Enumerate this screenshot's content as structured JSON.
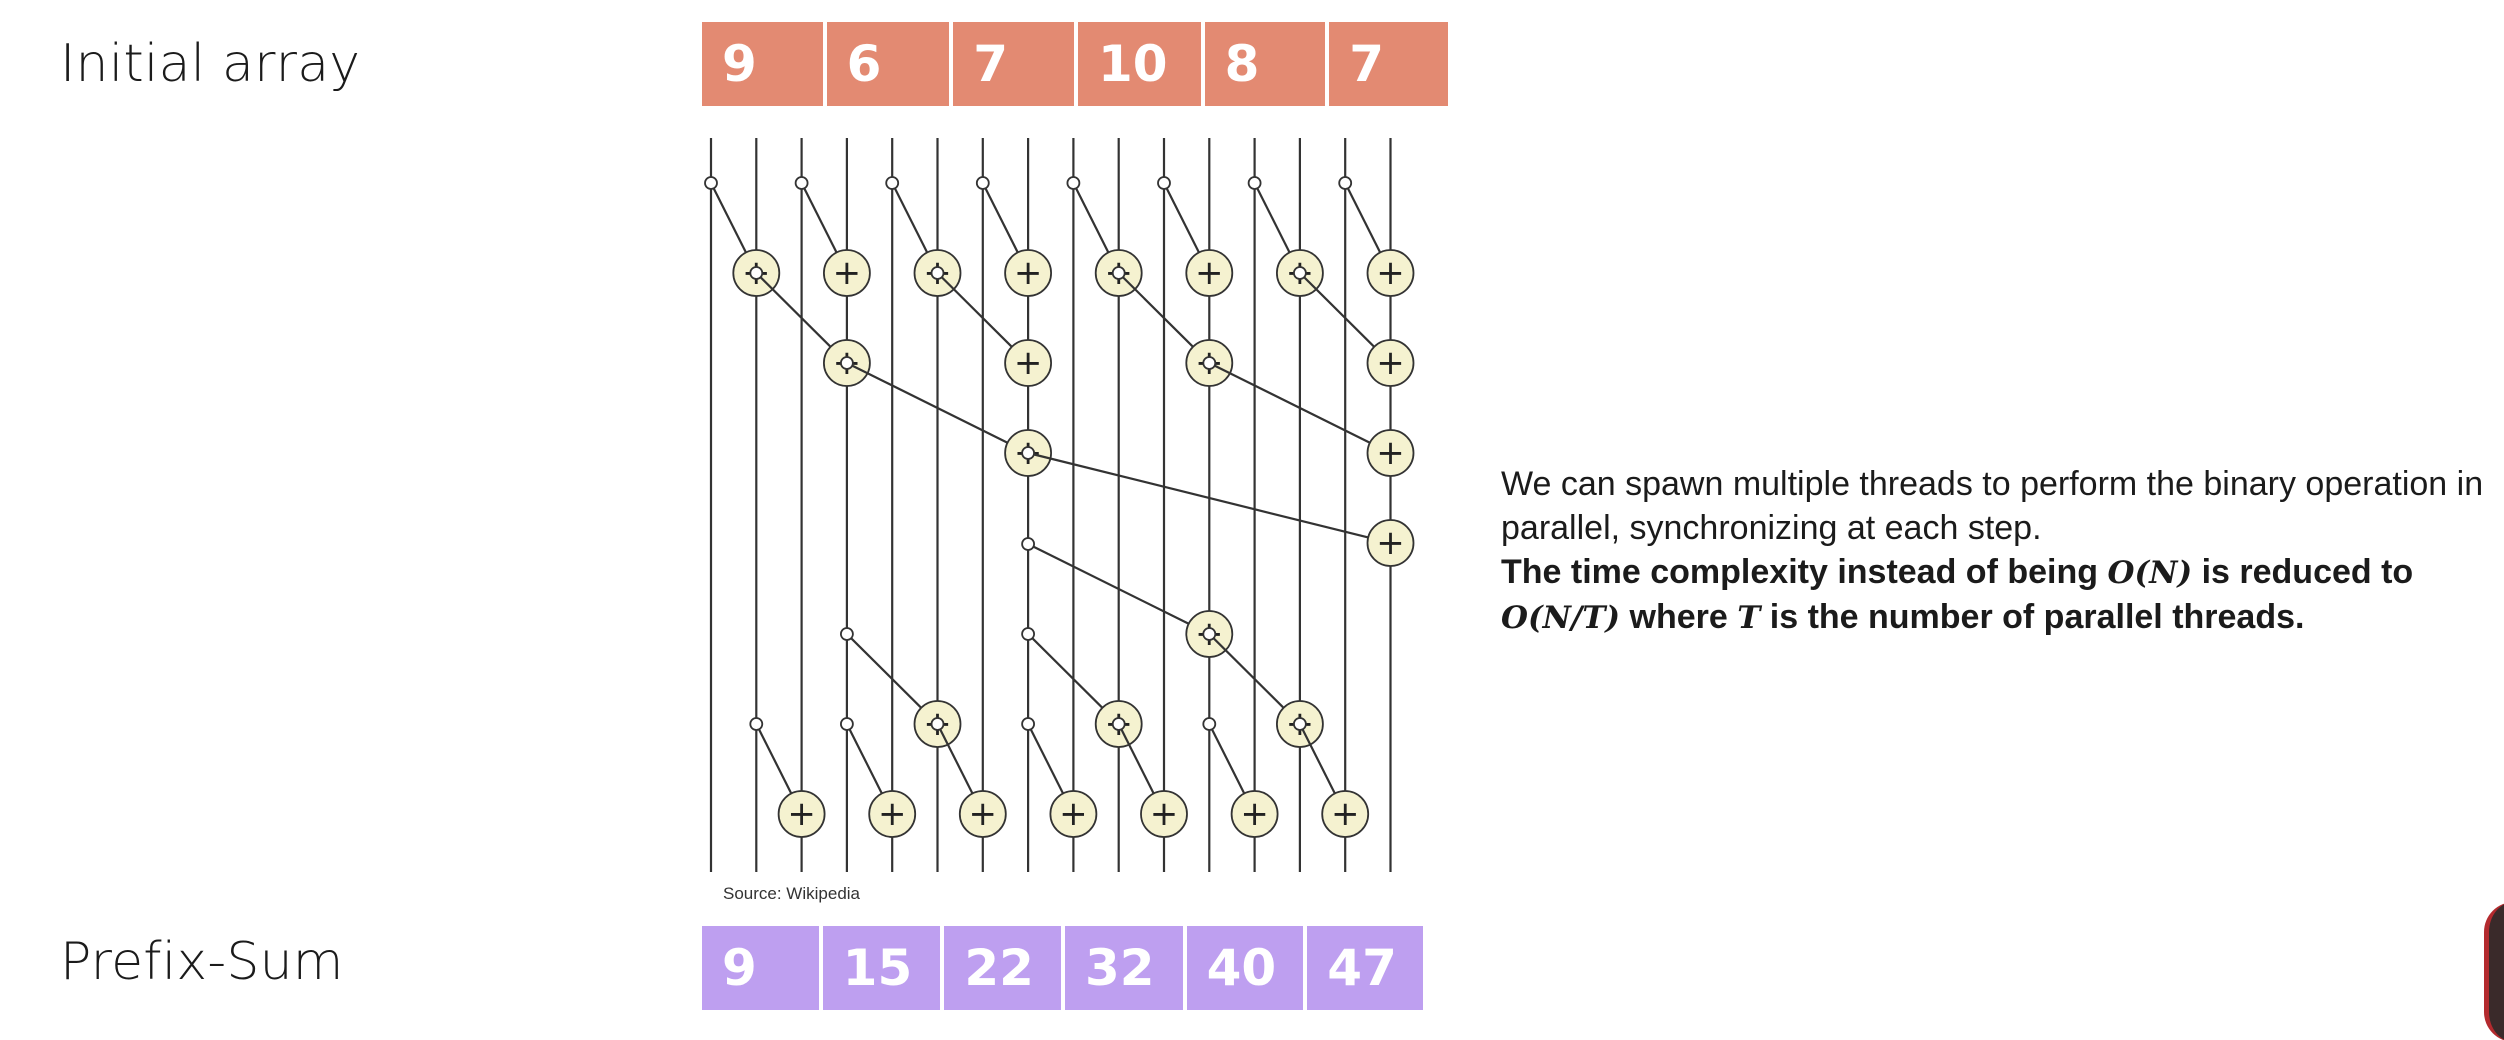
{
  "initial": {
    "label": "Initial array",
    "values": [
      "9",
      "6",
      "7",
      "10",
      "8",
      "7"
    ]
  },
  "prefix": {
    "label": "Prefix-Sum",
    "values": [
      "9",
      "15",
      "22",
      "32",
      "40",
      "47"
    ]
  },
  "source": "Source: Wikipedia",
  "explanation": {
    "line1": "We can spawn multiple threads to perform the binary operation in",
    "line2": "parallel, synchronizing at each step.",
    "bold_line1_prefix": "The time complexity instead of being ",
    "complexity_before": "O(N)",
    "bold_line1_suffix": " is reduced to",
    "complexity_after": "O(N/T)",
    "bold_line2_middle": " where ",
    "thread_symbol": "T",
    "bold_line2_suffix": " is the number of parallel threads."
  },
  "network": {
    "wire_count": 16,
    "plus_symbol": "+",
    "node_color": "#f5f2d0",
    "line_color": "#333333",
    "ops": [
      {
        "from": 0,
        "to": 1,
        "level": 1
      },
      {
        "from": 2,
        "to": 3,
        "level": 1
      },
      {
        "from": 4,
        "to": 5,
        "level": 1
      },
      {
        "from": 6,
        "to": 7,
        "level": 1
      },
      {
        "from": 8,
        "to": 9,
        "level": 1
      },
      {
        "from": 10,
        "to": 11,
        "level": 1
      },
      {
        "from": 12,
        "to": 13,
        "level": 1
      },
      {
        "from": 14,
        "to": 15,
        "level": 1
      },
      {
        "from": 1,
        "to": 3,
        "level": 2
      },
      {
        "from": 5,
        "to": 7,
        "level": 2
      },
      {
        "from": 9,
        "to": 11,
        "level": 2
      },
      {
        "from": 13,
        "to": 15,
        "level": 2
      },
      {
        "from": 3,
        "to": 7,
        "level": 3
      },
      {
        "from": 11,
        "to": 15,
        "level": 3
      },
      {
        "from": 7,
        "to": 15,
        "level": 4
      },
      {
        "from": 7,
        "to": 11,
        "level": 5
      },
      {
        "from": 3,
        "to": 5,
        "level": 6
      },
      {
        "from": 7,
        "to": 9,
        "level": 6
      },
      {
        "from": 11,
        "to": 13,
        "level": 6
      },
      {
        "from": 1,
        "to": 2,
        "level": 7
      },
      {
        "from": 3,
        "to": 4,
        "level": 7
      },
      {
        "from": 5,
        "to": 6,
        "level": 7
      },
      {
        "from": 7,
        "to": 8,
        "level": 7
      },
      {
        "from": 9,
        "to": 10,
        "level": 7
      },
      {
        "from": 11,
        "to": 12,
        "level": 7
      },
      {
        "from": 13,
        "to": 14,
        "level": 7
      }
    ]
  }
}
